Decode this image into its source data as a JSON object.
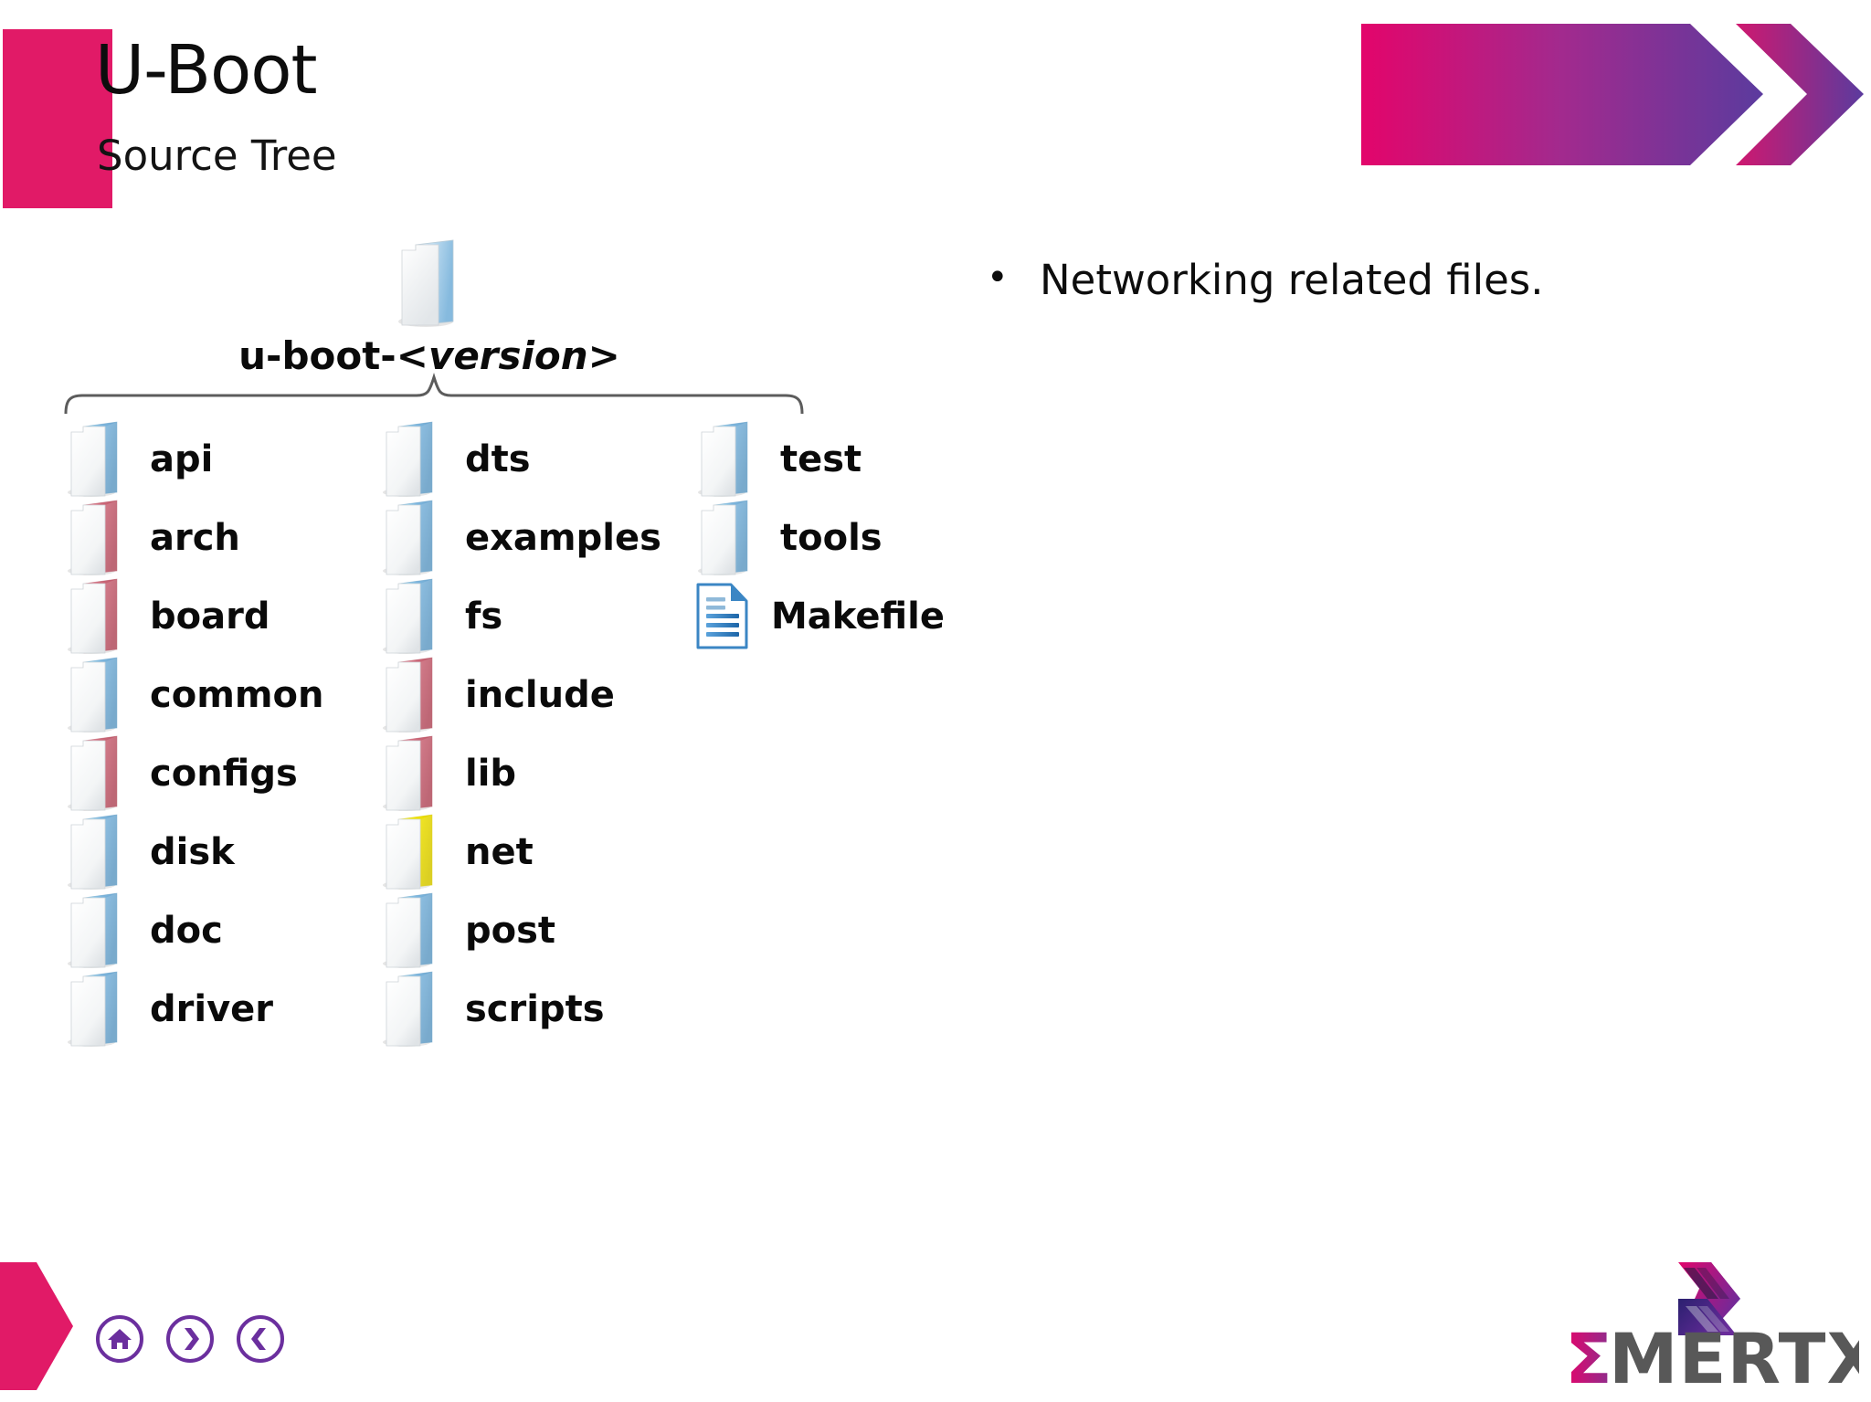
{
  "header": {
    "title": "U-Boot",
    "subtitle": "Source Tree",
    "accent_color": "#e11a67",
    "arrow_gradient_from": "#e3056b",
    "arrow_gradient_to": "#5b3b9e"
  },
  "tree": {
    "root_label_prefix": "u-boot-<",
    "root_label_version": "version",
    "root_label_suffix": ">",
    "root_icon": "folder-icon",
    "columns": [
      {
        "name": "column-1",
        "items": [
          {
            "label": "api",
            "icon": "folder-icon",
            "color": "#7fb8e0"
          },
          {
            "label": "arch",
            "icon": "folder-icon",
            "color": "#cf6a7b"
          },
          {
            "label": "board",
            "icon": "folder-icon",
            "color": "#cf6a7b"
          },
          {
            "label": "common",
            "icon": "folder-icon",
            "color": "#7fb8e0"
          },
          {
            "label": "configs",
            "icon": "folder-icon",
            "color": "#cf6a7b"
          },
          {
            "label": "disk",
            "icon": "folder-icon",
            "color": "#7fb8e0"
          },
          {
            "label": "doc",
            "icon": "folder-icon",
            "color": "#7fb8e0"
          },
          {
            "label": "driver",
            "icon": "folder-icon",
            "color": "#7fb8e0"
          }
        ]
      },
      {
        "name": "column-2",
        "items": [
          {
            "label": "dts",
            "icon": "folder-icon",
            "color": "#7fb8e0"
          },
          {
            "label": "examples",
            "icon": "folder-icon",
            "color": "#7fb8e0"
          },
          {
            "label": "fs",
            "icon": "folder-icon",
            "color": "#7fb8e0"
          },
          {
            "label": "include",
            "icon": "folder-icon",
            "color": "#cf6a7b"
          },
          {
            "label": "lib",
            "icon": "folder-icon",
            "color": "#cf6a7b"
          },
          {
            "label": "net",
            "icon": "folder-icon",
            "color": "#f2e400"
          },
          {
            "label": "post",
            "icon": "folder-icon",
            "color": "#7fb8e0"
          },
          {
            "label": "scripts",
            "icon": "folder-icon",
            "color": "#7fb8e0"
          }
        ]
      },
      {
        "name": "column-3",
        "items": [
          {
            "label": "test",
            "icon": "folder-icon",
            "color": "#7fb8e0"
          },
          {
            "label": "tools",
            "icon": "folder-icon",
            "color": "#7fb8e0"
          },
          {
            "label": "Makefile",
            "icon": "document-icon",
            "color": "#2f7fc4"
          }
        ]
      }
    ]
  },
  "bullets": [
    {
      "marker": "•",
      "text": "Networking related files."
    }
  ],
  "footer": {
    "accent_color": "#e11a67",
    "nav_color": "#6b2f9e",
    "nav_buttons": [
      {
        "name": "home-button",
        "icon": "home-icon"
      },
      {
        "name": "next-button",
        "icon": "chevron-right-icon"
      },
      {
        "name": "previous-button",
        "icon": "chevron-left-icon"
      }
    ],
    "brand_name": "MERTXE",
    "brand_sigma": "Σ",
    "brand_text_color": "#585858",
    "brand_sigma_color": "#e3056b"
  }
}
